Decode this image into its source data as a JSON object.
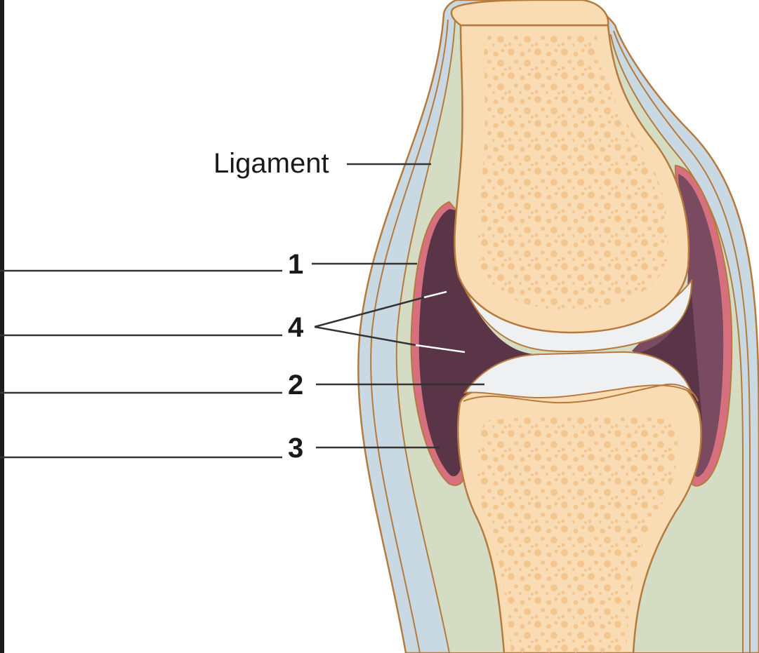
{
  "diagram": {
    "labels": {
      "ligament": "Ligament",
      "one": "1",
      "two": "2",
      "three": "3",
      "four": "4"
    },
    "colors": {
      "bone": "#f9dcb4",
      "bone_pores": "#f3c690",
      "outline": "#b57a3c",
      "ligament": "#c9d9e4",
      "capsule": "#d4dcc4",
      "synovial_membrane": "#d6707f",
      "joint_cavity": "#5a3548",
      "cartilage": "#eef0f2",
      "leader_line": "#333333",
      "leader_line_inner": "#ffffff"
    }
  }
}
